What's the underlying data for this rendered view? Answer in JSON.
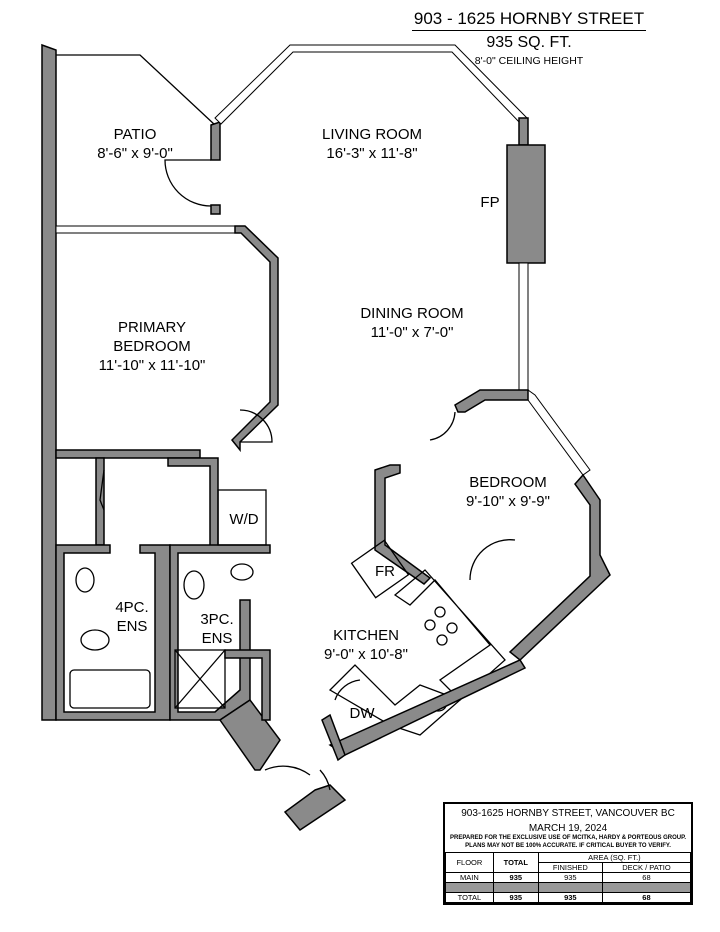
{
  "header": {
    "address": "903 - 1625 HORNBY STREET",
    "area": "935 SQ. FT.",
    "ceiling": "8'-0\" CEILING HEIGHT"
  },
  "rooms": [
    {
      "name": "PATIO",
      "dims": "8'-6\" x 9'-0\""
    },
    {
      "name": "LIVING ROOM",
      "dims": "16'-3\" x 11'-8\""
    },
    {
      "name": "PRIMARY",
      "name2": "BEDROOM",
      "dims": "11'-10\" x 11'-10\""
    },
    {
      "name": "DINING ROOM",
      "dims": "11'-0\" x 7'-0\""
    },
    {
      "name": "BEDROOM",
      "dims": "9'-10\" x 9'-9\""
    },
    {
      "name": "KITCHEN",
      "dims": "9'-0\" x 10'-8\""
    },
    {
      "name": "4PC.",
      "name2": "ENS"
    },
    {
      "name": "3PC.",
      "name2": "ENS"
    }
  ],
  "fixtures": {
    "fp": "FP",
    "wd": "W/D",
    "fr": "FR",
    "dw": "DW"
  },
  "info": {
    "title": "903-1625 HORNBY STREET, VANCOUVER BC",
    "date": "MARCH 19, 2024",
    "note1": "PREPARED FOR THE EXCLUSIVE USE OF MCITKA, HARDY & PORTEOUS GROUP.",
    "note2": "PLANS MAY NOT BE 100% ACCURATE. IF CRITICAL BUYER TO VERIFY.",
    "headers": {
      "floor": "FLOOR",
      "total": "TOTAL",
      "area": "AREA (SQ. FT.)",
      "finished": "FINISHED",
      "deck": "DECK / PATIO"
    },
    "rows": [
      {
        "floor": "MAIN",
        "total": "935",
        "finished": "935",
        "deck": "68"
      },
      {
        "floor": "TOTAL",
        "total": "935",
        "finished": "935",
        "deck": "68"
      }
    ]
  }
}
